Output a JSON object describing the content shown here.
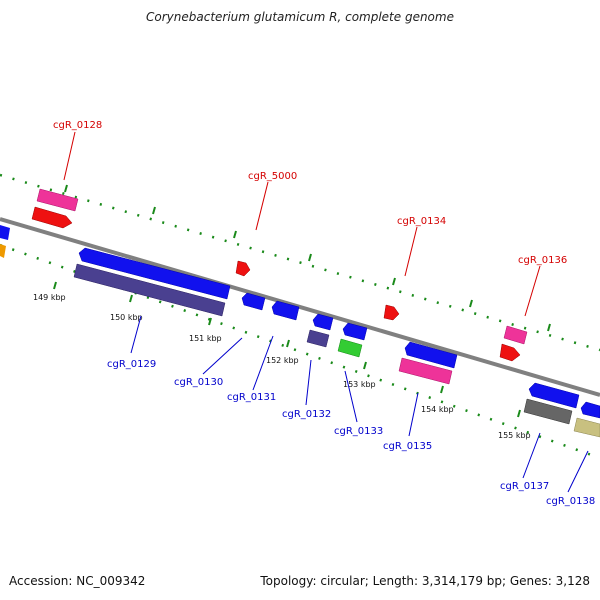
{
  "title": "Corynebacterium glutamicum R, complete genome",
  "accession": "Accession: NC_009342",
  "summary": "Topology: circular; Length: 3,314,179 bp; Genes: 3,128",
  "colors": {
    "backbone": "#808080",
    "tick": "#1a8a1a",
    "top_label": "#d40000",
    "bottom_label": "#0000cc",
    "blue": "#1111ee",
    "navy": "#4a4090",
    "pink": "#ee3399",
    "red": "#ee1111",
    "green": "#33cc33",
    "gray": "#666666",
    "khaki": "#c8c080",
    "orange": "#ee9900"
  },
  "kbp_labels": [
    "149 kbp",
    "150 kbp",
    "151 kbp",
    "152 kbp",
    "153 kbp",
    "154 kbp",
    "155 kbp"
  ],
  "top_genes": [
    "cgR_0128",
    "cgR_5000",
    "cgR_0134",
    "cgR_0136"
  ],
  "bottom_genes": [
    "cgR_0129",
    "cgR_0130",
    "cgR_0131",
    "cgR_0132",
    "cgR_0133",
    "cgR_0135",
    "cgR_0137",
    "cgR_0138"
  ]
}
